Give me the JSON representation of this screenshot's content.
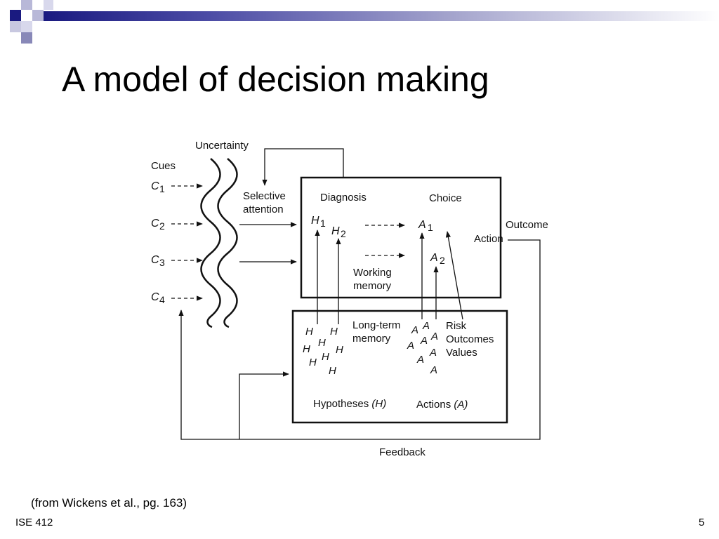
{
  "slide": {
    "title": "A model of decision making",
    "source": "(from Wickens et al., pg. 163)",
    "footer_left": "ISE 412",
    "page_number": "5"
  },
  "diagram": {
    "uncertainty": "Uncertainty",
    "cues": "Cues",
    "cue_items": [
      {
        "letter": "C",
        "sub": "1"
      },
      {
        "letter": "C",
        "sub": "2"
      },
      {
        "letter": "C",
        "sub": "3"
      },
      {
        "letter": "C",
        "sub": "4"
      }
    ],
    "selective_attention": [
      "Selective",
      "attention"
    ],
    "diagnosis": "Diagnosis",
    "choice": "Choice",
    "h1": {
      "letter": "H",
      "sub": "1"
    },
    "h2": {
      "letter": "H",
      "sub": "2"
    },
    "a1": {
      "letter": "A",
      "sub": "1"
    },
    "a2": {
      "letter": "A",
      "sub": "2"
    },
    "working_memory": [
      "Working",
      "memory"
    ],
    "outcome": "Outcome",
    "action": "Action",
    "long_term_memory": [
      "Long-term",
      "memory"
    ],
    "ltm_h": [
      "H",
      "H",
      "H",
      "H",
      "H",
      "H",
      "H",
      "H"
    ],
    "ltm_a": [
      "A",
      "A",
      "A",
      "A",
      "A",
      "A",
      "A",
      "A"
    ],
    "risk_lines": [
      "Risk",
      "Outcomes",
      "Values"
    ],
    "hypotheses": "Hypotheses",
    "hypotheses_sym": "(H)",
    "actions": "Actions",
    "actions_sym": "(A)",
    "feedback": "Feedback"
  }
}
